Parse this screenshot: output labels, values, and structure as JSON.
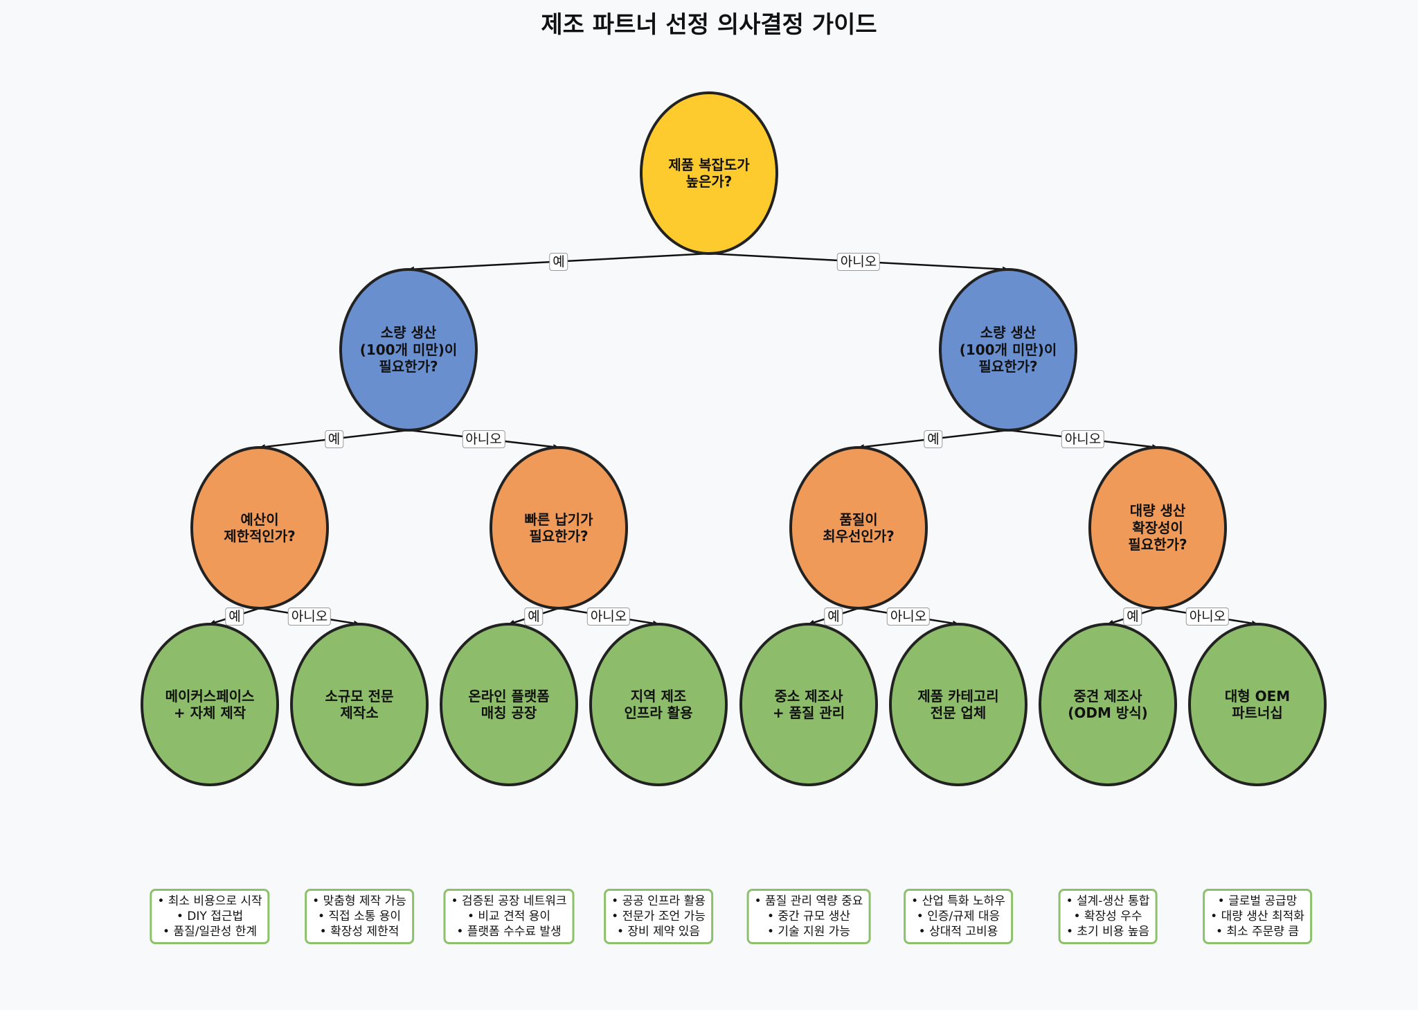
{
  "title": "제조 파트너 선정 의사결정 가이드",
  "colors": {
    "root": "#fecb2f",
    "level1": "#6a8fcf",
    "level2": "#ef9a58",
    "leaf": "#8dbd6b",
    "note_border": "#8cc06a"
  },
  "nodes": {
    "root": {
      "text": "제품 복잡도가\n높은가?"
    },
    "l1_left": {
      "text": "소량 생산\n(100개 미만)이\n필요한가?"
    },
    "l1_right": {
      "text": "소량 생산\n(100개 미만)이\n필요한가?"
    },
    "l2_1": {
      "text": "예산이\n제한적인가?"
    },
    "l2_2": {
      "text": "빠른 납기가\n필요한가?"
    },
    "l2_3": {
      "text": "품질이\n최우선인가?"
    },
    "l2_4": {
      "text": "대량 생산\n확장성이\n필요한가?"
    },
    "leaf_1": {
      "text": "메이커스페이스\n+ 자체 제작"
    },
    "leaf_2": {
      "text": "소규모 전문\n제작소"
    },
    "leaf_3": {
      "text": "온라인 플랫폼\n매칭 공장"
    },
    "leaf_4": {
      "text": "지역 제조\n인프라 활용"
    },
    "leaf_5": {
      "text": "중소 제조사\n+ 품질 관리"
    },
    "leaf_6": {
      "text": "제품 카테고리\n전문 업체"
    },
    "leaf_7": {
      "text": "중견 제조사\n(ODM 방식)"
    },
    "leaf_8": {
      "text": "대형 OEM\n파트너십"
    }
  },
  "edge_labels": {
    "root_yes": "예",
    "root_no": "아니오",
    "l1l_yes": "예",
    "l1l_no": "아니오",
    "l1r_yes": "예",
    "l1r_no": "아니오",
    "l2_1_yes": "예",
    "l2_1_no": "아니오",
    "l2_2_yes": "예",
    "l2_2_no": "아니오",
    "l2_3_yes": "예",
    "l2_3_no": "아니오",
    "l2_4_yes": "예",
    "l2_4_no": "아니오"
  },
  "notes": [
    [
      "• 최소 비용으로 시작",
      "• DIY 접근법",
      "• 품질/일관성 한계"
    ],
    [
      "• 맞춤형 제작 가능",
      "• 직접 소통 용이",
      "• 확장성 제한적"
    ],
    [
      "• 검증된 공장 네트워크",
      "• 비교 견적 용이",
      "• 플랫폼 수수료 발생"
    ],
    [
      "• 공공 인프라 활용",
      "• 전문가 조언 가능",
      "• 장비 제약 있음"
    ],
    [
      "• 품질 관리 역량 중요",
      "• 중간 규모 생산",
      "• 기술 지원 가능"
    ],
    [
      "• 산업 특화 노하우",
      "• 인증/규제 대응",
      "• 상대적 고비용"
    ],
    [
      "• 설계-생산 통합",
      "• 확장성 우수",
      "• 초기 비용 높음"
    ],
    [
      "• 글로벌 공급망",
      "• 대량 생산 최적화",
      "• 최소 주문량 큼"
    ]
  ]
}
